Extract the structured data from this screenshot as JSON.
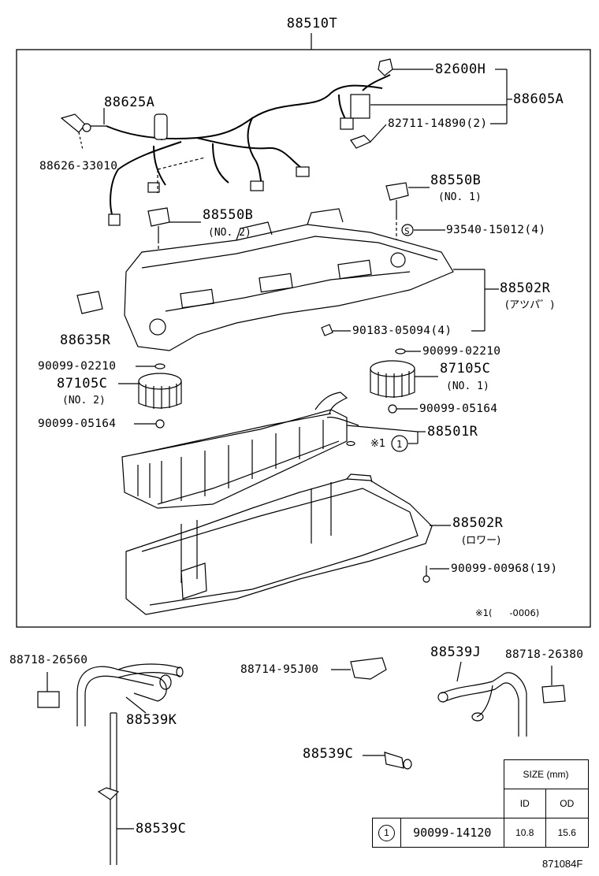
{
  "labels": {
    "assy": "88510T",
    "p82600H": "82600H",
    "p88605A": "88605A",
    "p82711": "82711-14890(2)",
    "p88625A": "88625A",
    "p88626": "88626-33010",
    "p88550B_1": "88550B",
    "no1_a": "(NO. 1)",
    "p88550B_2": "88550B",
    "no2_a": "(NO. 2)",
    "p93540": "93540-15012(4)",
    "p88502R_up": "88502R",
    "kata_up": "(アツパ゛)",
    "p88635R": "88635R",
    "p90183": "90183-05094(4)",
    "p90099_02210_r": "90099-02210",
    "p90099_02210_l": "90099-02210",
    "p87105C_r": "87105C",
    "no1_b": "(NO. 1)",
    "p87105C_l": "87105C",
    "no2_b": "(NO. 2)",
    "p90099_05164_r": "90099-05164",
    "p90099_05164_l": "90099-05164",
    "p88501R": "88501R",
    "note_mark": "※1",
    "p88502R_lo": "88502R",
    "kata_lo": "(ロワー)",
    "p90099_00968": "90099-00968(19)",
    "date_note": "※1(      -0006)",
    "p88718_26560": "88718-26560",
    "p88539K": "88539K",
    "p88539C_a": "88539C",
    "p88714": "88714-95J00",
    "p88539J": "88539J",
    "p88718_26380": "88718-26380",
    "p88539C_b": "88539C",
    "circle1": "1",
    "figure_no": "871084F"
  },
  "size_table": {
    "header": "SIZE (mm)",
    "col_id": "ID",
    "col_od": "OD",
    "row": {
      "key": "1",
      "part": "90099-14120",
      "id": "10.8",
      "od": "15.6"
    }
  }
}
